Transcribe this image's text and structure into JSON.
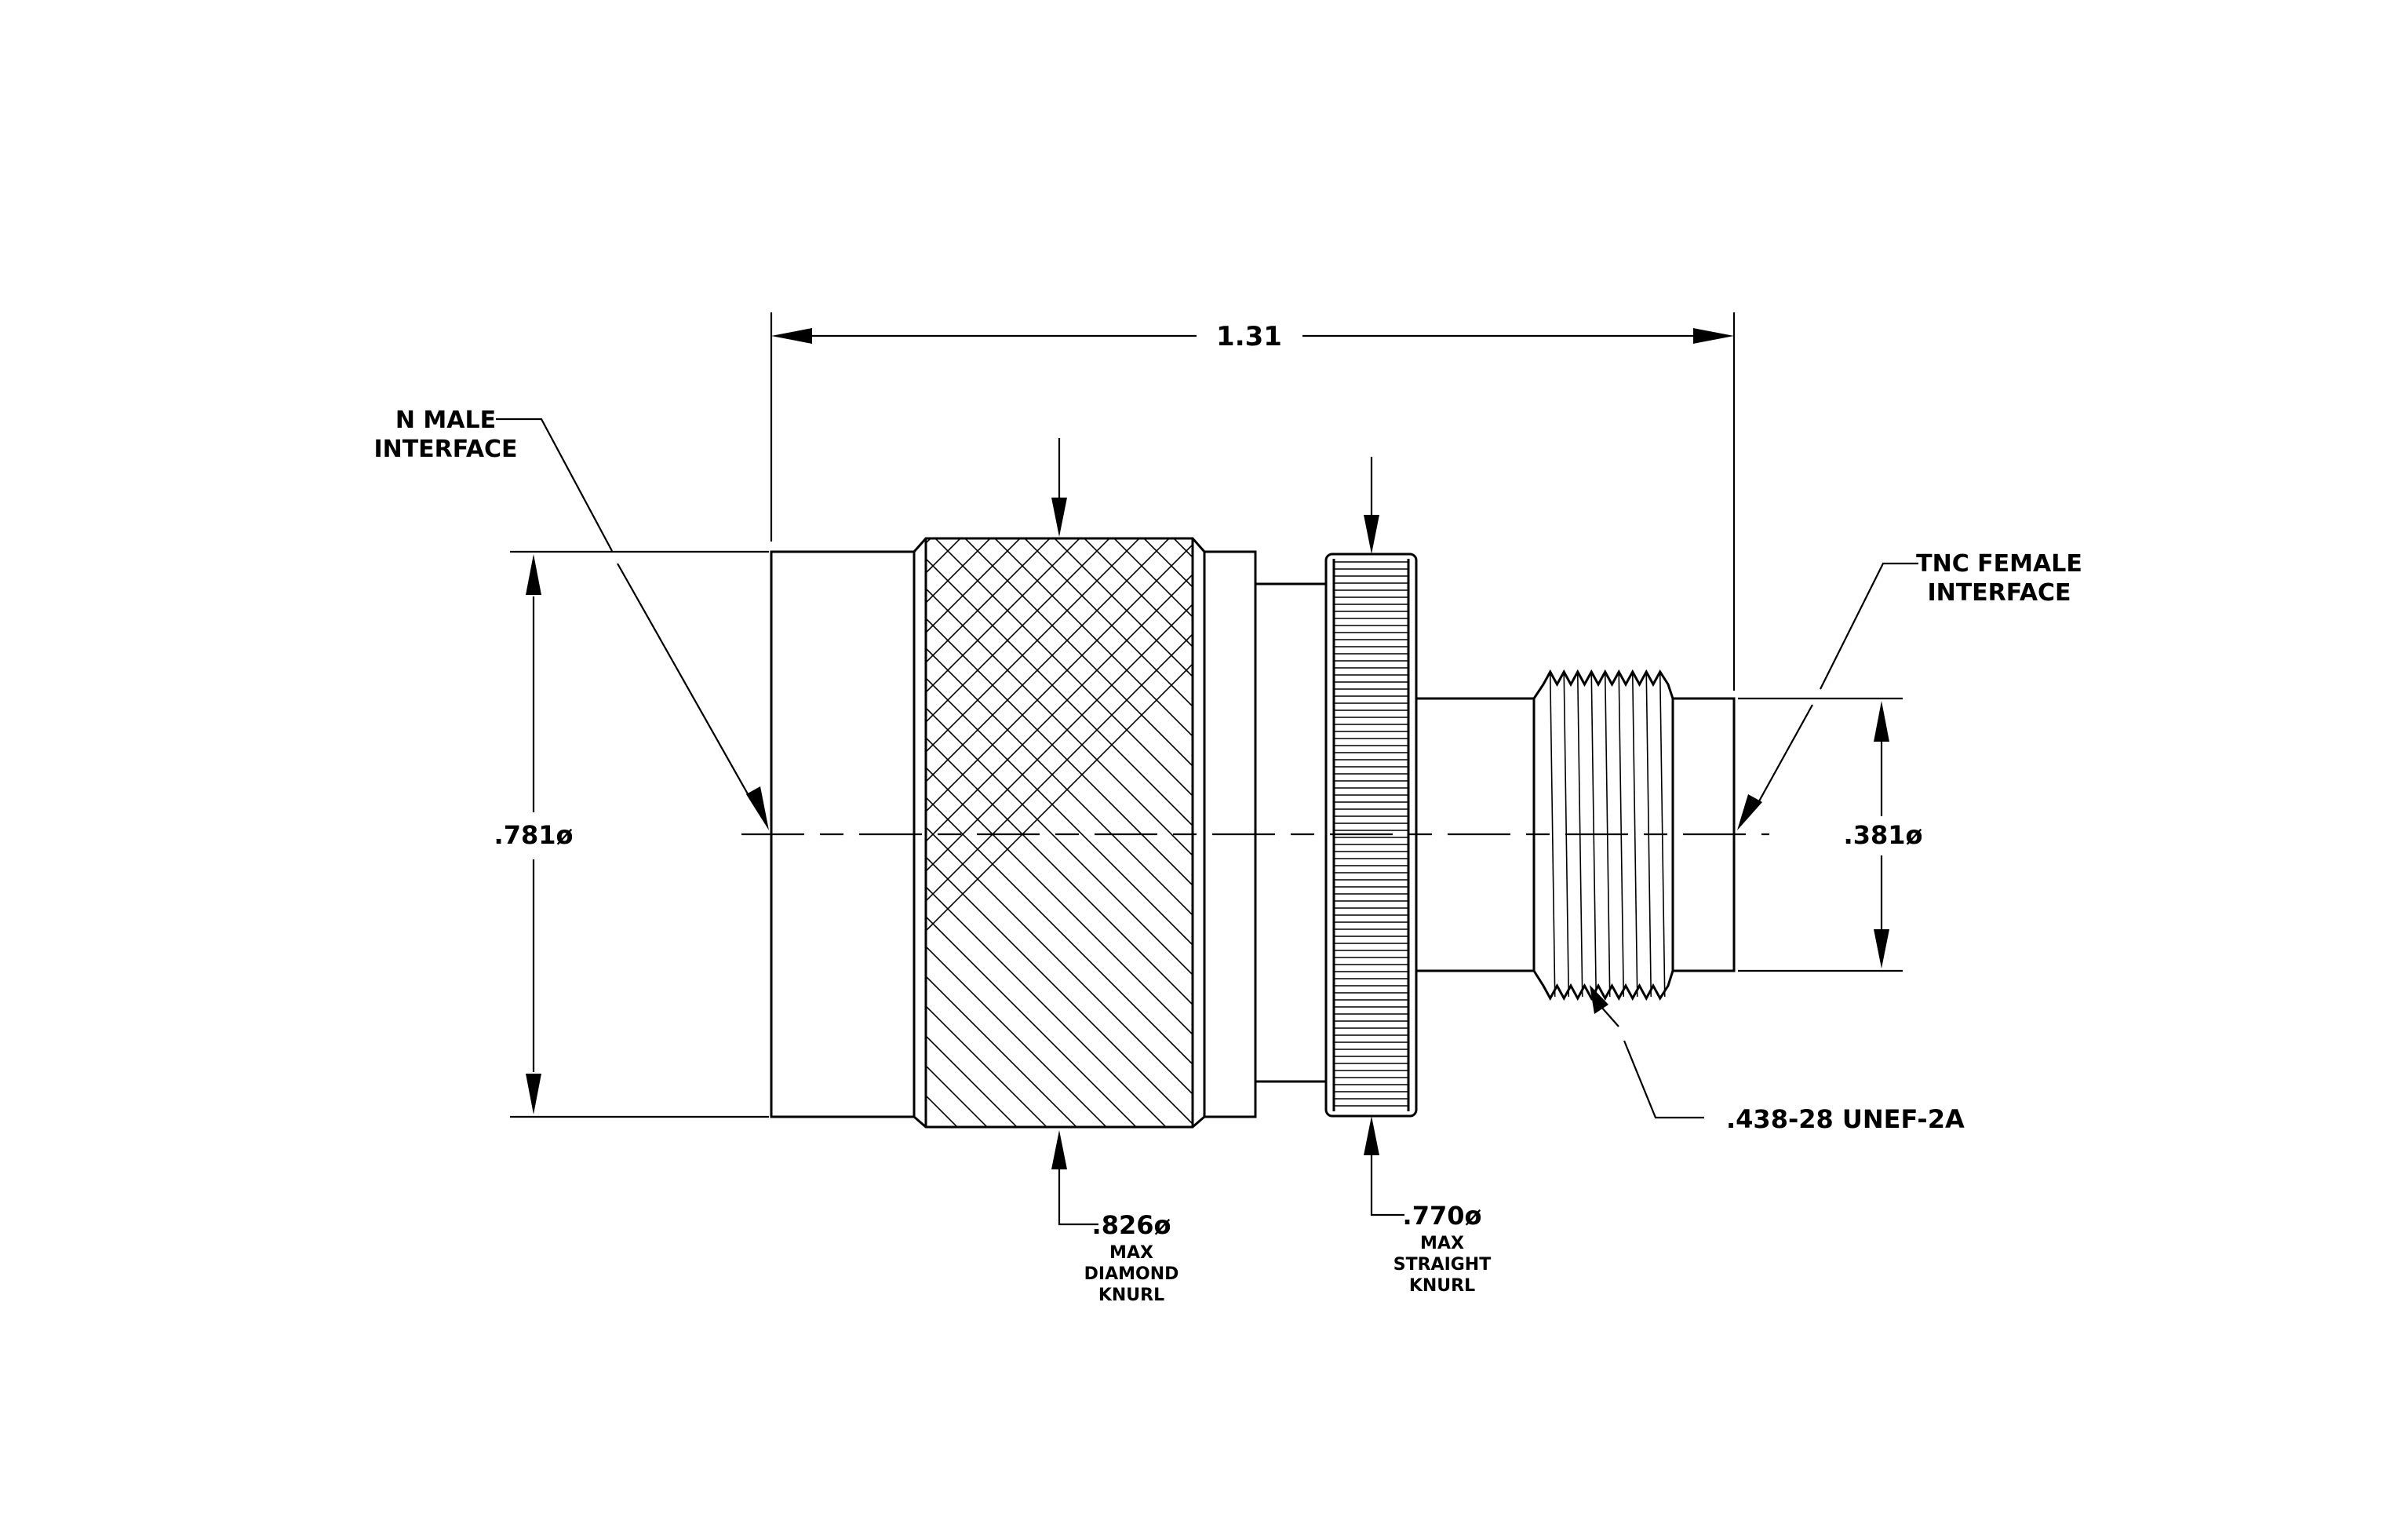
{
  "labels": {
    "overall_length": "1.31",
    "n_male_line1": "N MALE",
    "n_male_line2": "INTERFACE",
    "tnc_female_line1": "TNC FEMALE",
    "tnc_female_line2": "INTERFACE",
    "dia_left": ".781ø",
    "dia_right": ".381ø",
    "diamond_knurl_dia": ".826ø",
    "diamond_knurl_max": "MAX",
    "diamond_knurl_type1": "DIAMOND",
    "diamond_knurl_type2": "KNURL",
    "straight_knurl_dia": ".770ø",
    "straight_knurl_max": "MAX",
    "straight_knurl_type1": "STRAIGHT",
    "straight_knurl_type2": "KNURL",
    "thread_spec": ".438-28 UNEF-2A"
  },
  "colors": {
    "line": "#000000",
    "background": "#ffffff"
  }
}
